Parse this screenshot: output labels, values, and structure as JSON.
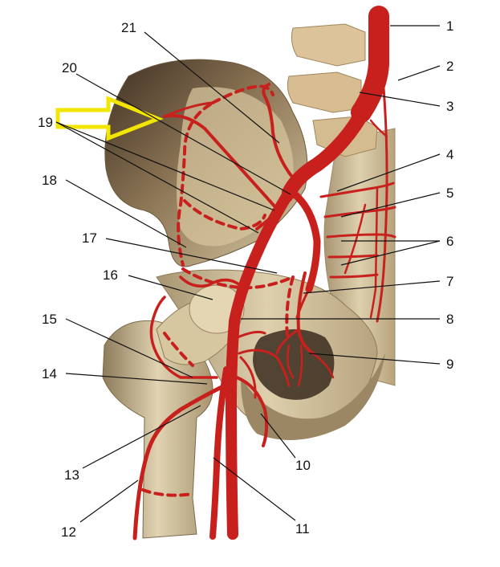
{
  "labels": {
    "l1": "1",
    "l2": "2",
    "l3": "3",
    "l4": "4",
    "l5": "5",
    "l6": "6",
    "l7": "7",
    "l8": "8",
    "l9": "9",
    "l10": "10",
    "l11": "11",
    "l12": "12",
    "l13": "13",
    "l14": "14",
    "l15": "15",
    "l16": "16",
    "l17": "17",
    "l18": "18",
    "l19": "19",
    "l20": "20",
    "l21": "21"
  },
  "colors": {
    "artery": "#c8201c",
    "bone": "#d8c8a0",
    "bone_shadow": "#8a7350",
    "arrow": "#f2e600"
  },
  "highlight": {
    "icon": "yellow-pointer-arrow"
  }
}
